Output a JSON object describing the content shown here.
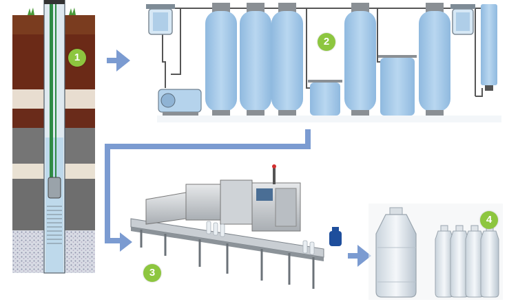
{
  "steps": [
    {
      "number": "1",
      "icon": "well-borehole-icon"
    },
    {
      "number": "2",
      "icon": "water-filtration-system-icon"
    },
    {
      "number": "3",
      "icon": "bottling-machine-icon"
    },
    {
      "number": "4",
      "icon": "water-bottles-icon"
    }
  ],
  "colors": {
    "badge": "#8dc63f",
    "arrow": "#7b9bd1",
    "tank": "#a8cbe8",
    "pipe": "#555555"
  }
}
